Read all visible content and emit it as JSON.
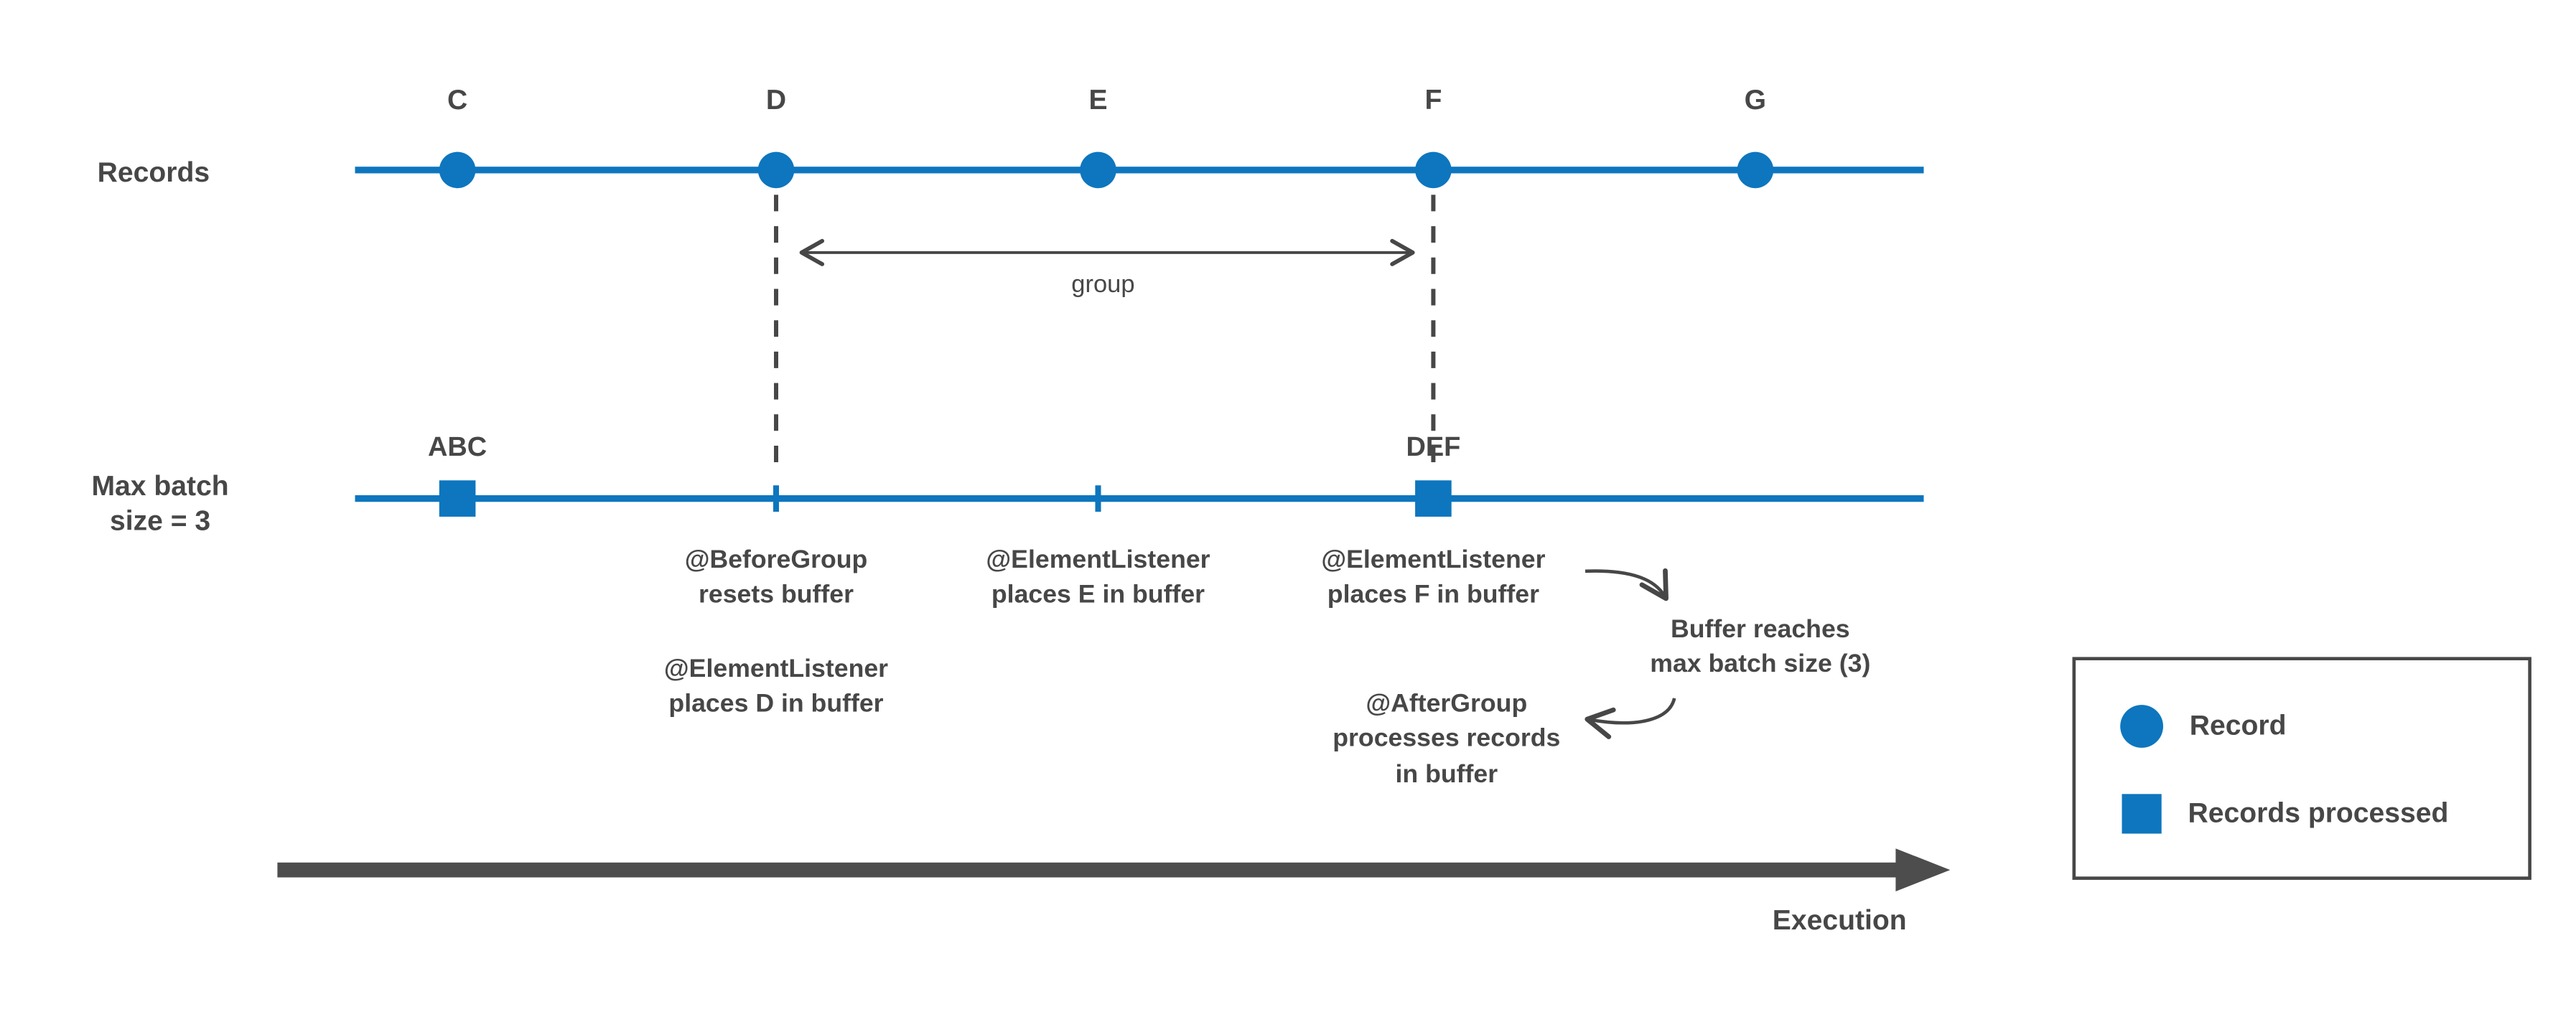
{
  "colors": {
    "blue": "#0d76be",
    "dark": "#474747",
    "arrow": "#4d4d4d"
  },
  "records_row": {
    "label": "Records",
    "points": [
      "C",
      "D",
      "E",
      "F",
      "G"
    ]
  },
  "batch_row": {
    "label": "Max batch\nsize = 3",
    "markers": {
      "first": "ABC",
      "second": "DEF"
    }
  },
  "group_label": "group",
  "annotations": {
    "before_group": "@BeforeGroup\nresets buffer",
    "element_d": "@ElementListener\nplaces D in buffer",
    "element_e": "@ElementListener\nplaces E in buffer",
    "element_f": "@ElementListener\nplaces F in buffer",
    "buffer_reaches": "Buffer reaches\nmax batch size (3)",
    "after_group": "@AfterGroup\nprocesses records\nin buffer"
  },
  "execution": {
    "label": "Execution"
  },
  "legend": {
    "record": "Record",
    "records_processed": "Records processed"
  }
}
